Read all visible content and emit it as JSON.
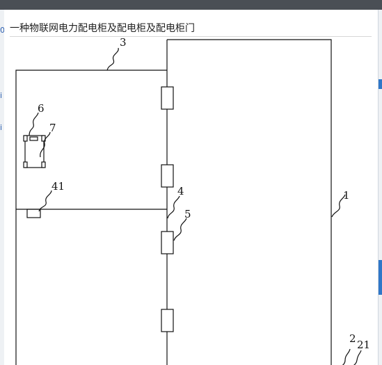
{
  "dialog": {
    "title": "一种物联网电力配电柜及配电柜及配电柜门"
  },
  "figure": {
    "labels": {
      "l1": "1",
      "l2": "2",
      "l21": "21",
      "l3": "3",
      "l4": "4",
      "l5": "5",
      "l6": "6",
      "l7": "7",
      "l41": "41"
    }
  },
  "colors": {
    "line": "#111111",
    "background": "#ffffff",
    "top_bar": "#4a4f55",
    "edge_accent": "#2f77c8"
  }
}
